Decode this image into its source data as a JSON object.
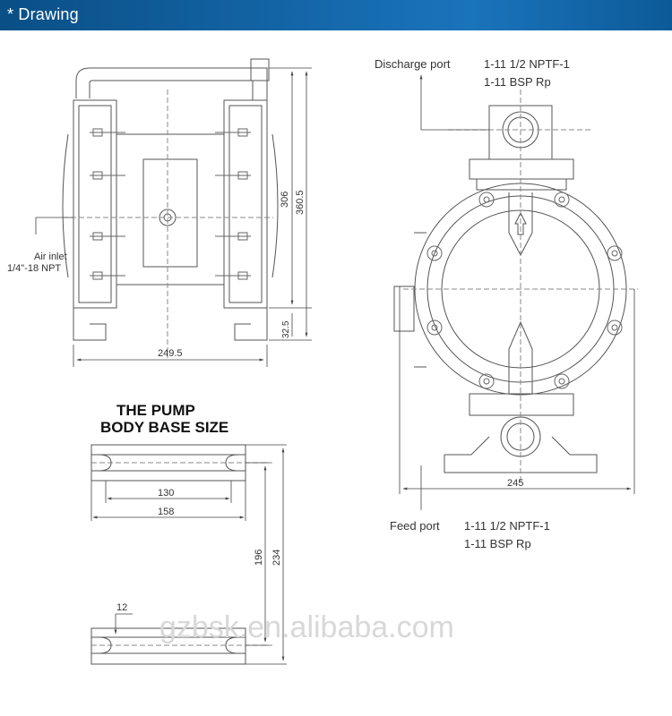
{
  "header": {
    "title": "* Drawing"
  },
  "front_view": {
    "air_inlet_label": "Air inlet",
    "air_inlet_spec": "1/4\"-18 NPT",
    "dim_width": "249.5",
    "dim_height_306": "306",
    "dim_height_360": "360.5",
    "dim_base": "32.5"
  },
  "side_view": {
    "discharge_label": "Discharge port",
    "discharge_spec1": "1-11 1/2 NPTF-1",
    "discharge_spec2": "1-11 BSP Rp",
    "feed_label": "Feed port",
    "feed_spec1": "1-11 1/2 NPTF-1",
    "feed_spec2": "1-11 BSP Rp",
    "dim_width": "245"
  },
  "base": {
    "title_line1": "THE PUMP",
    "title_line2": "BODY BASE SIZE",
    "dim_130": "130",
    "dim_158": "158",
    "dim_196": "196",
    "dim_234": "234",
    "dim_12": "12"
  },
  "watermark": "gzbsk.en.alibaba.com"
}
